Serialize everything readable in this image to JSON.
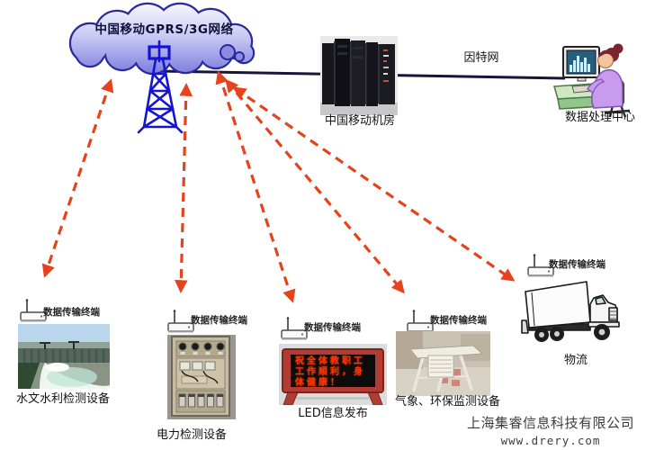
{
  "diagram": {
    "cloud_label": "中国移动GPRS/3G网络",
    "internet_label": "因特网",
    "server_room_label": "中国移动机房",
    "data_center_label": "数据处理中心",
    "terminal_label": "数据传输终端",
    "devices": [
      {
        "id": "hydrology",
        "label": "水文水利检测设备"
      },
      {
        "id": "power",
        "label": "电力检测设备"
      },
      {
        "id": "led",
        "label": "LED信息发布"
      },
      {
        "id": "environment",
        "label": "气象、环保监测设备"
      },
      {
        "id": "logistics",
        "label": "物流"
      }
    ],
    "led_screen_lines": [
      "祝全体教职工",
      "工作顺利，身",
      "体健康！"
    ],
    "icons": {
      "cloud": "gprs-network-cloud",
      "tower": "signal-tower-icon",
      "server_room": "server-rack-photo",
      "data_center": "operator-workstation-icon",
      "terminal": "antenna-modem-icon",
      "hydrology": "dam-photo",
      "power": "power-cabinet-photo",
      "led": "led-display-photo",
      "environment": "weather-station-photo",
      "logistics": "box-truck-icon"
    },
    "colors": {
      "arrow": "#e5431b",
      "tower": "#1414d2",
      "cloud-outline": "#2a2a9e",
      "net-line": "#16163c",
      "led-text": "#ff3300"
    }
  },
  "footer": {
    "company": "上海集睿信息科技有限公司",
    "website": "www.drery.com"
  }
}
